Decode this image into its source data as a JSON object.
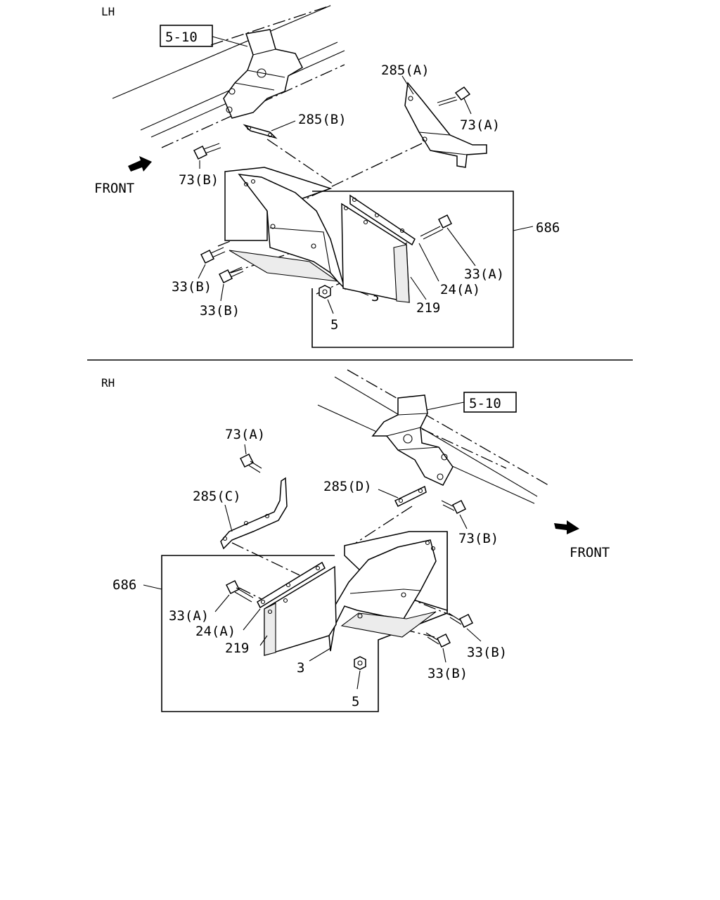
{
  "lh": {
    "side_label": "LH",
    "ref_box": "5-10",
    "front_label": "FRONT",
    "labels": {
      "p285a": "285(A)",
      "p285b": "285(B)",
      "p73a": "73(A)",
      "p73b": "73(B)",
      "p686": "686",
      "p33a": "33(A)",
      "p33b1": "33(B)",
      "p33b2": "33(B)",
      "p24a": "24(A)",
      "p3": "3",
      "p219": "219",
      "p5": "5"
    }
  },
  "rh": {
    "side_label": "RH",
    "ref_box": "5-10",
    "front_label": "FRONT",
    "labels": {
      "p73a": "73(A)",
      "p285c": "285(C)",
      "p285d": "285(D)",
      "p73b": "73(B)",
      "p686": "686",
      "p33a": "33(A)",
      "p24a": "24(A)",
      "p219": "219",
      "p3": "3",
      "p5": "5",
      "p33b1": "33(B)",
      "p33b2": "33(B)"
    }
  }
}
